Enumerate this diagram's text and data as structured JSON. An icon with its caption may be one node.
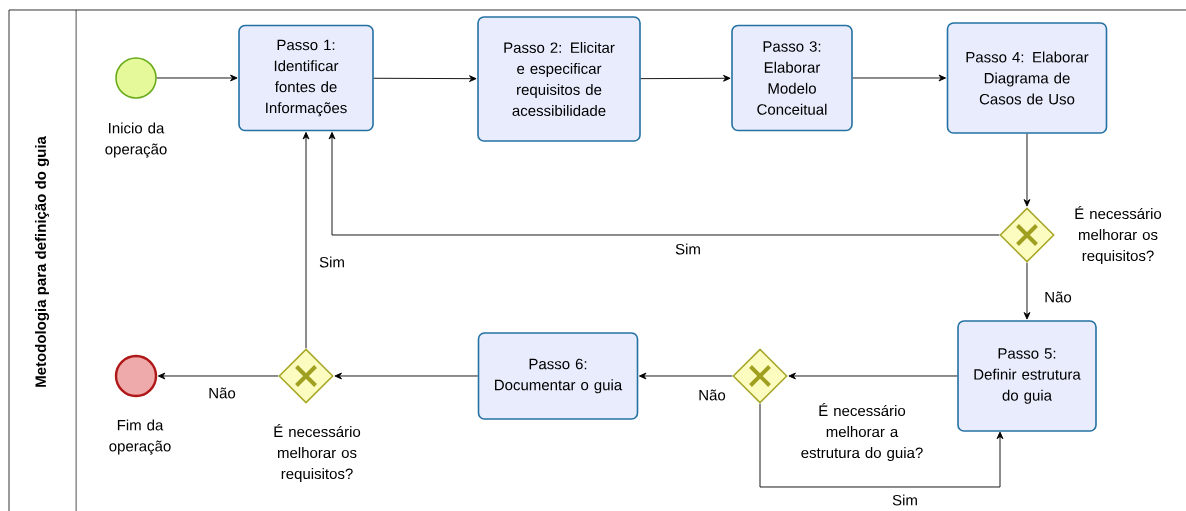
{
  "diagram": {
    "nodes": [
      {
        "text": [
          "Metodologia para definição do guia"
        ]
      },
      {
        "text": [],
        "shape": "circle",
        "beside": [
          "Inicio da operação"
        ],
        "in": 0
      },
      {
        "text": [
          "Passo 1: Identificar fontes de Informações"
        ],
        "in": 0
      },
      {
        "text": [
          "Passo 2: Elicitar e especificar requisitos de acessibilidade"
        ],
        "in": 0
      },
      {
        "text": [
          "Passo 3: Elaborar Modelo Conceitual"
        ],
        "in": 0
      },
      {
        "text": [
          "Passo 4: Elaborar Diagrama de Casos de Uso"
        ],
        "in": 0
      },
      {
        "text": [],
        "shape": "diamond",
        "beside": [
          "É necessário melhorar os requisitos?"
        ],
        "in": 0
      },
      {
        "text": [
          "Passo 5: Definir estrutura do guia"
        ],
        "in": 0
      },
      {
        "text": [],
        "shape": "diamond",
        "beside": [
          "É necessário melhorar a estrutura do guia?"
        ],
        "in": 0
      },
      {
        "text": [
          "Passo 6: Documentar o guia"
        ],
        "in": 0
      },
      {
        "text": [],
        "shape": "diamond",
        "beside": [
          "É necessário melhorar os requisitos?"
        ],
        "in": 0
      },
      {
        "text": [],
        "shape": "circle",
        "beside": [
          "Fim da operação"
        ],
        "in": 0
      }
    ],
    "edges": [
      {
        "from": 1,
        "to": 2,
        "arrow": "to"
      },
      {
        "from": 2,
        "to": 3,
        "arrow": "to"
      },
      {
        "from": 3,
        "to": 4,
        "arrow": "to"
      },
      {
        "from": 4,
        "to": 5,
        "arrow": "to"
      },
      {
        "from": 5,
        "to": 6,
        "arrow": "to"
      },
      {
        "from": 6,
        "to": 2,
        "arrow": "to",
        "label": "Sim"
      },
      {
        "from": 6,
        "to": 7,
        "arrow": "to",
        "label": "Não"
      },
      {
        "from": 7,
        "to": 8,
        "arrow": "to"
      },
      {
        "from": 8,
        "to": 9,
        "arrow": "to",
        "label": "Não"
      },
      {
        "from": 8,
        "to": 7,
        "arrow": "to",
        "label": "Sim"
      },
      {
        "from": 9,
        "to": 10,
        "arrow": "to"
      },
      {
        "from": 10,
        "to": 2,
        "arrow": "to",
        "label": "Sim"
      },
      {
        "from": 10,
        "to": 11,
        "arrow": "to",
        "label": "Não"
      }
    ]
  }
}
